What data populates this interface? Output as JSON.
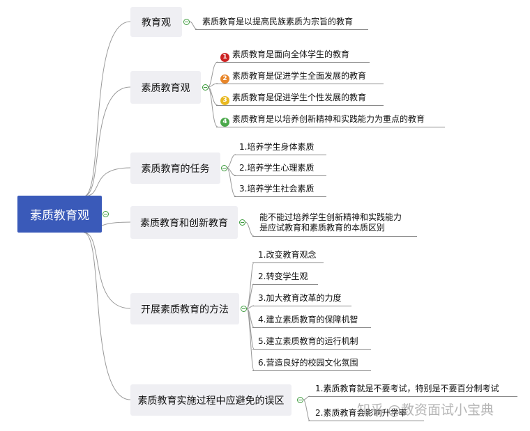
{
  "root": {
    "label": "素质教育观"
  },
  "topics": [
    {
      "label": "教育观",
      "items": [
        "素质教育是以提高民族素质为宗旨的教育"
      ]
    },
    {
      "label": "素质教育观",
      "numbered": true,
      "items": [
        "素质教育是面向全体学生的教育",
        "素质教育是促进学生全面发展的教育",
        "素质教育是促进学生个性发展的教育",
        "素质教育是以培养创新精神和实践能力为重点的教育"
      ]
    },
    {
      "label": "素质教育的任务",
      "items": [
        "1.培养学生身体素质",
        "2.培养学生心理素质",
        "3.培养学生社会素质"
      ]
    },
    {
      "label": "素质教育和创新教育",
      "items": [
        "能不能过培养学生创新精神和实践能力\n是应试教育和素质教育的本质区别"
      ]
    },
    {
      "label": "开展素质教育的方法",
      "items": [
        "1.改变教育观念",
        "2.转变学生观",
        "3.加大教育改革的力度",
        "4.建立素质教育的保障机智",
        "5.建立素质教育的运行机制",
        "6.营造良好的校园文化氛围"
      ]
    },
    {
      "label": "素质教育实施过程中应避免的误区",
      "items": [
        "1.素质教育就是不要考试，特别是不要百分制考试",
        "2.素质教育会影响升学率"
      ]
    }
  ],
  "markers": {
    "numbers": [
      "1",
      "2",
      "3",
      "4"
    ],
    "colors": [
      "#cc2222",
      "#e8862a",
      "#e8b820",
      "#4aa84a"
    ]
  },
  "colors": {
    "root_fill": "#3a5ab9",
    "topic_fill": "#efeff3",
    "branch": "#9a9a9a",
    "collapse": "#3e9c3e"
  },
  "watermark": "知乎 @教资面试小宝典"
}
